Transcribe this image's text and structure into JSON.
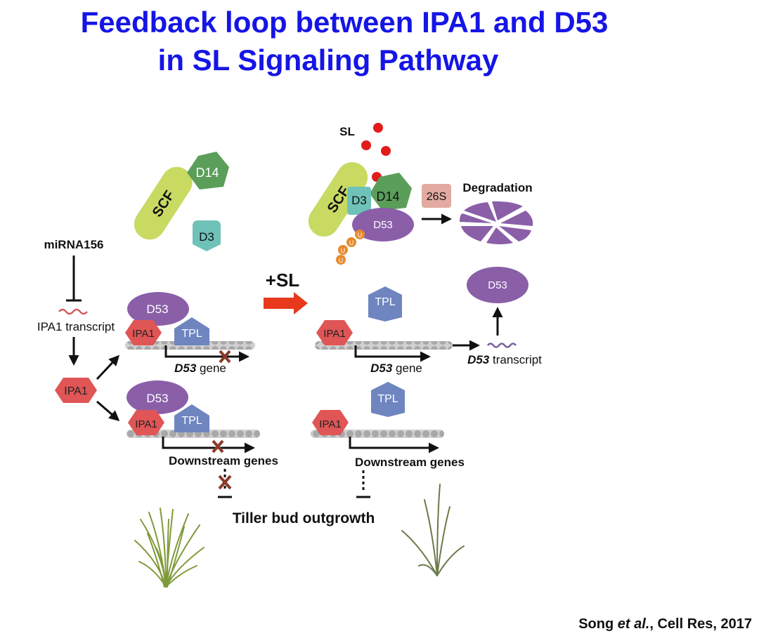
{
  "title_line1": "Feedback loop between IPA1 and D53",
  "title_line2": "in SL Signaling Pathway",
  "labels": {
    "sl": "SL",
    "scf": "SCF",
    "d14": "D14",
    "d3": "D3",
    "d53": "D53",
    "tpl": "TPL",
    "ipa1": "IPA1",
    "proteasome": "26S",
    "degradation": "Degradation",
    "mirna": "miRNA156",
    "ipa1_transcript": "IPA1 transcript",
    "plus_sl": "+SL",
    "d53_italic": "D53",
    "gene": " gene",
    "transcript": " transcript",
    "downstream": "Downstream genes",
    "tiller": "Tiller bud outgrowth",
    "ub": "U"
  },
  "citation": {
    "author": "Song ",
    "etal": "et al.",
    "rest": ", Cell Res, 2017"
  },
  "colors": {
    "title": "#1515e6",
    "d53": "#8a5fa8",
    "tpl": "#6e85c0",
    "ipa1": "#e05555",
    "d14": "#5a9e5a",
    "d3": "#6ec2b8",
    "scf": "#c8da62",
    "sl": "#e21b1b",
    "proteasome": "#e2aaa0",
    "ub": "#e68a2e",
    "plus_sl_arrow": "#e8391c"
  }
}
